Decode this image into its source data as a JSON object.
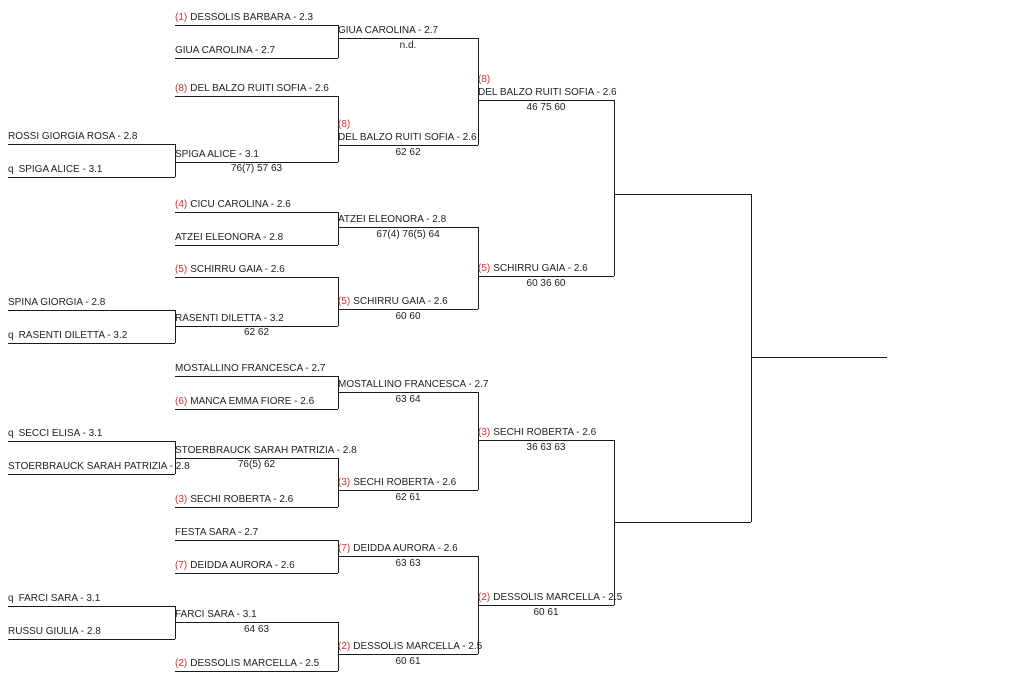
{
  "colors": {
    "seed": "#cc3333",
    "text": "#222222",
    "line": "#1a1a1a"
  },
  "qualifying": [
    {
      "prefix": "",
      "name": "ROSSI GIORGIA ROSA - 2.8"
    },
    {
      "prefix": "q",
      "name": "SPIGA ALICE - 3.1"
    },
    {
      "prefix": "",
      "name": "SPINA GIORGIA - 2.8"
    },
    {
      "prefix": "q",
      "name": "RASENTI DILETTA - 3.2"
    },
    {
      "prefix": "q",
      "name": "SECCI ELISA - 3.1"
    },
    {
      "prefix": "",
      "name": "STOERBRAUCK SARAH PATRIZIA - 2.8"
    },
    {
      "prefix": "q",
      "name": "FARCI SARA - 3.1"
    },
    {
      "prefix": "",
      "name": "RUSSU GIULIA - 2.8"
    }
  ],
  "qualifying_winners": [
    {
      "name": "SPIGA ALICE - 3.1",
      "score": "76(7) 57 63"
    },
    {
      "name": "RASENTI DILETTA - 3.2",
      "score": "62 62"
    },
    {
      "name": "STOERBRAUCK SARAH PATRIZIA - 2.8",
      "score": "76(5) 62"
    },
    {
      "name": "FARCI SARA - 3.1",
      "score": "64 63"
    }
  ],
  "round1": [
    {
      "seed": "(1)",
      "name": "DESSOLIS BARBARA - 2.3"
    },
    {
      "seed": "",
      "name": "GIUA CAROLINA - 2.7"
    },
    {
      "seed": "(8)",
      "name": "DEL BALZO RUITI SOFIA - 2.6"
    },
    {
      "seed": "",
      "name": "SPIGA ALICE - 3.1"
    },
    {
      "seed": "(4)",
      "name": "CICU CAROLINA - 2.6"
    },
    {
      "seed": "",
      "name": "ATZEI ELEONORA - 2.8"
    },
    {
      "seed": "(5)",
      "name": "SCHIRRU GAIA - 2.6"
    },
    {
      "seed": "",
      "name": "RASENTI DILETTA - 3.2"
    },
    {
      "seed": "",
      "name": "MOSTALLINO FRANCESCA - 2.7"
    },
    {
      "seed": "(6)",
      "name": "MANCA EMMA FIORE - 2.6"
    },
    {
      "seed": "",
      "name": "STOERBRAUCK SARAH PATRIZIA - 2.8"
    },
    {
      "seed": "(3)",
      "name": "SECHI ROBERTA - 2.6"
    },
    {
      "seed": "",
      "name": "FESTA SARA - 2.7"
    },
    {
      "seed": "(7)",
      "name": "DEIDDA AURORA - 2.6"
    },
    {
      "seed": "",
      "name": "FARCI SARA - 3.1"
    },
    {
      "seed": "(2)",
      "name": "DESSOLIS MARCELLA - 2.5"
    }
  ],
  "round2": [
    {
      "seed": "",
      "name": "GIUA CAROLINA - 2.7",
      "score": "n.d."
    },
    {
      "seed": "(8)",
      "name": "DEL BALZO RUITI SOFIA - 2.6",
      "score": "62 62"
    },
    {
      "seed": "",
      "name": "ATZEI ELEONORA - 2.8",
      "score": "67(4) 76(5) 64"
    },
    {
      "seed": "(5)",
      "name": "SCHIRRU GAIA - 2.6",
      "score": "60 60"
    },
    {
      "seed": "",
      "name": "MOSTALLINO FRANCESCA - 2.7",
      "score": "63 64"
    },
    {
      "seed": "(3)",
      "name": "SECHI ROBERTA - 2.6",
      "score": "62 61"
    },
    {
      "seed": "(7)",
      "name": "DEIDDA AURORA - 2.6",
      "score": "63 63"
    },
    {
      "seed": "(2)",
      "name": "DESSOLIS MARCELLA - 2.5",
      "score": "60 61"
    }
  ],
  "round3": [
    {
      "seed": "(8)",
      "name": "DEL BALZO RUITI SOFIA - 2.6",
      "score": "46 75 60"
    },
    {
      "seed": "(5)",
      "name": "SCHIRRU GAIA - 2.6",
      "score": "60 36 60"
    },
    {
      "seed": "(3)",
      "name": "SECHI ROBERTA - 2.6",
      "score": "36 63 63"
    },
    {
      "seed": "(2)",
      "name": "DESSOLIS MARCELLA - 2.5",
      "score": "60 61"
    }
  ]
}
